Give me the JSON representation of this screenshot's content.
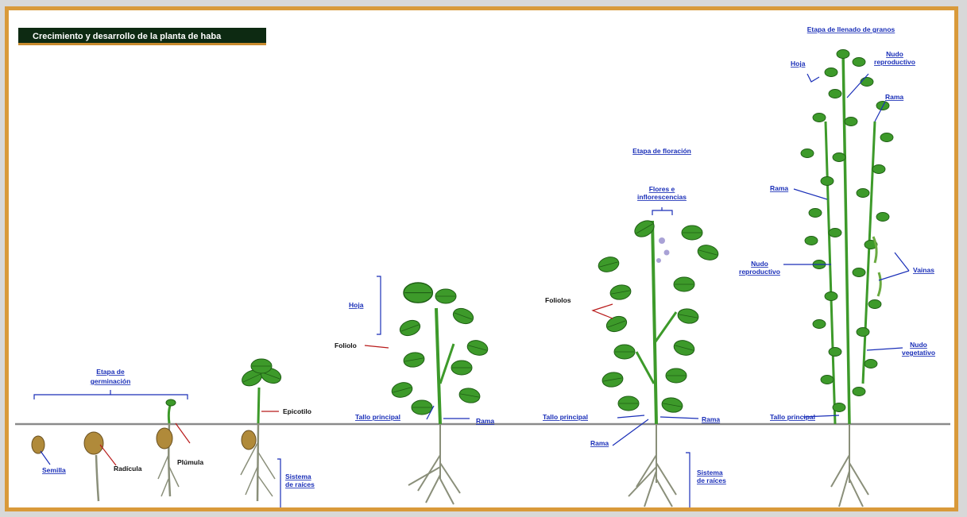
{
  "title": "Crecimiento y desarrollo de la planta de haba",
  "colors": {
    "frame": "#d99a3a",
    "title_bg": "#0d2a12",
    "label_blue": "#1a2fb8",
    "leaf": "#3d9a2a",
    "leaf_dark": "#1f5e15",
    "root": "#8a8f7a"
  },
  "stages": {
    "germination": [
      "Etapa de",
      "germinación"
    ],
    "flowering": "Etapa de floración",
    "grain_filling": "Etapa de llenado de granos"
  },
  "labels": {
    "semilla": "Semilla",
    "radicula": "Radícula",
    "plumula": "Plúmula",
    "epicotilo": "Epicotilo",
    "sistema_raices_1": [
      "Sistema",
      "de raíces"
    ],
    "hoja_1": "Hoja",
    "foliolo": "Foliolo",
    "tallo_principal_1": "Tallo principal",
    "rama_1": "Rama",
    "foliolos": "Foliolos",
    "flores": [
      "Flores e",
      "inflorescencias"
    ],
    "tallo_principal_2": "Tallo principal",
    "rama_2": "Rama",
    "rama_3": "Rama",
    "sistema_raices_2": [
      "Sistema",
      "de raíces"
    ],
    "hoja_2": "Hoja",
    "nudo_reproductivo_1": [
      "Nudo",
      "reproductivo"
    ],
    "rama_4": "Rama",
    "rama_5": "Rama",
    "nudo_reproductivo_2": [
      "Nudo",
      "reproductivo"
    ],
    "vainas": "Vainas",
    "nudo_vegetativo": [
      "Nudo",
      "vegetativo"
    ],
    "tallo_principal_3": "Tallo principal"
  }
}
